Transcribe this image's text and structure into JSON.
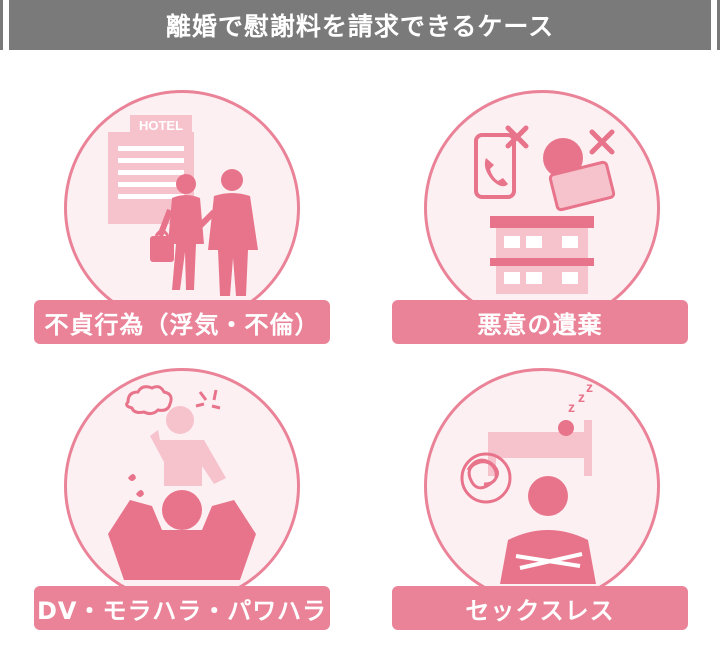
{
  "header": {
    "title": "離婚で慰謝料を請求できるケース"
  },
  "cases": [
    {
      "label": "不貞行為（浮気・不倫）",
      "illustration_text": "HOTEL",
      "icon": "hotel-couple-illustration"
    },
    {
      "label": "悪意の遺棄",
      "icon": "abandonment-illustration"
    },
    {
      "label": "DV・モラハラ・パワハラ",
      "icon": "domestic-violence-illustration"
    },
    {
      "label": "セックスレス",
      "icon": "sexless-illustration"
    }
  ],
  "colors": {
    "header_bg": "#7a7a7a",
    "accent": "#ea8398",
    "accent_light": "#f6c3cd",
    "circle_bg": "#fdf0f3"
  }
}
